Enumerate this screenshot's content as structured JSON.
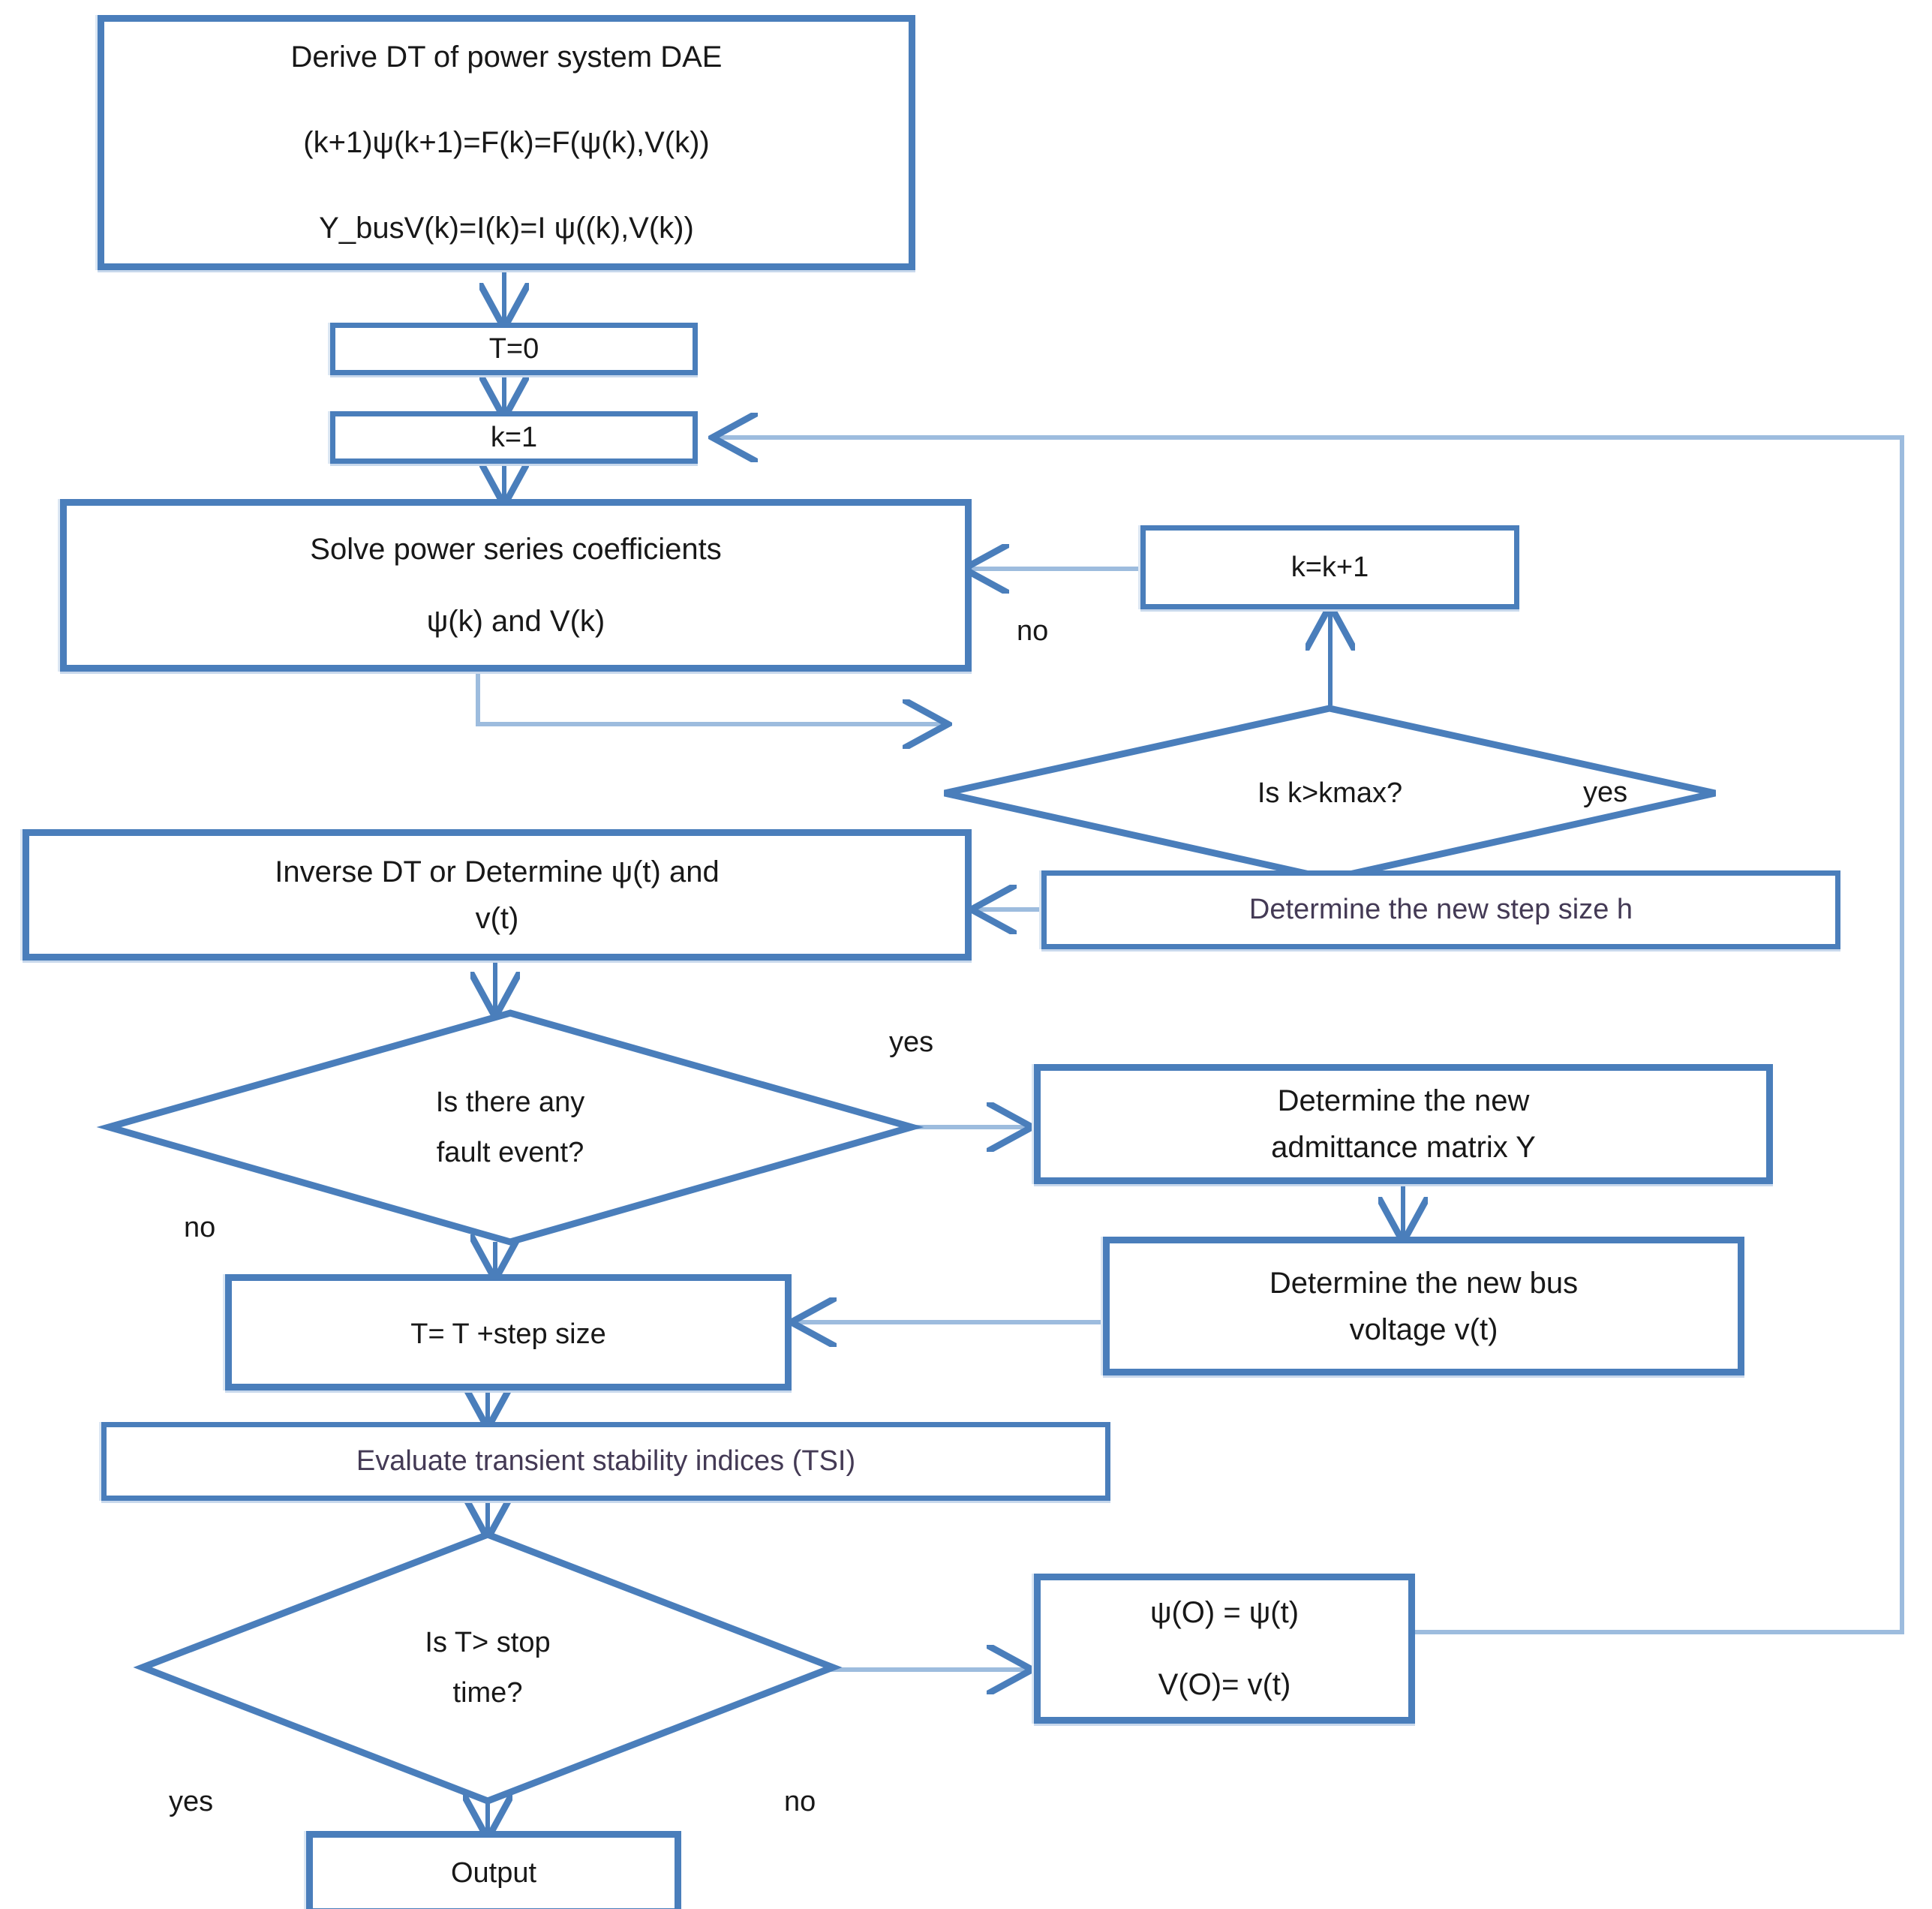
{
  "diagram": {
    "title": "Power system DAE differential transformation transient stability flowchart",
    "colors": {
      "border": "#4A7EBB",
      "connector": "#4A7EBB",
      "connector_light": "#9DBCDE",
      "text": "#181818",
      "text_purple": "#443a55",
      "background": "#ffffff"
    }
  },
  "nodes": {
    "derive_dt": {
      "shape": "process",
      "line1": "Derive DT of power system DAE",
      "line2": "(k+1)ψ(k+1)=F(k)=F(ψ(k),V(k))",
      "line3": "Y_busV(k)=I(k)=I ψ((k),V(k))"
    },
    "t_zero": {
      "shape": "process",
      "line1": "T=0"
    },
    "k_one": {
      "shape": "process",
      "line1": "k=1"
    },
    "solve_coeffs": {
      "shape": "process",
      "line1": "Solve power series coefficients",
      "line2": "ψ(k)  and V(k)"
    },
    "k_increment": {
      "shape": "process",
      "line1": "k=k+1"
    },
    "kmax_decision": {
      "shape": "decision",
      "line1": "Is k>kmax?"
    },
    "step_size": {
      "shape": "process",
      "line1": "Determine the new step size h"
    },
    "inverse_dt": {
      "shape": "process",
      "line1": "Inverse DT or Determine ψ(t) and",
      "line2": "v(t)"
    },
    "fault_decision": {
      "shape": "decision",
      "line1": "Is there  any",
      "line2": "fault event?"
    },
    "admittance": {
      "shape": "process",
      "line1": "Determine the new",
      "line2": "admittance matrix Y"
    },
    "bus_voltage": {
      "shape": "process",
      "line1": "Determine the new bus",
      "line2": "voltage v(t)"
    },
    "t_increment": {
      "shape": "process",
      "line1": "T= T +step size"
    },
    "evaluate_tsi": {
      "shape": "process",
      "line1": "Evaluate transient stability indices (TSI)"
    },
    "stop_decision": {
      "shape": "decision",
      "line1": "Is T> stop",
      "line2": "time?"
    },
    "reinit": {
      "shape": "process",
      "line1": "ψ(O) = ψ(t)",
      "line2": "V(O)= v(t)"
    },
    "output": {
      "shape": "terminator",
      "line1": "Output"
    }
  },
  "edge_labels": {
    "kmax_no": "no",
    "kmax_yes": "yes",
    "fault_yes": "yes",
    "fault_no": "no",
    "stop_yes": "yes",
    "stop_no": "no"
  }
}
